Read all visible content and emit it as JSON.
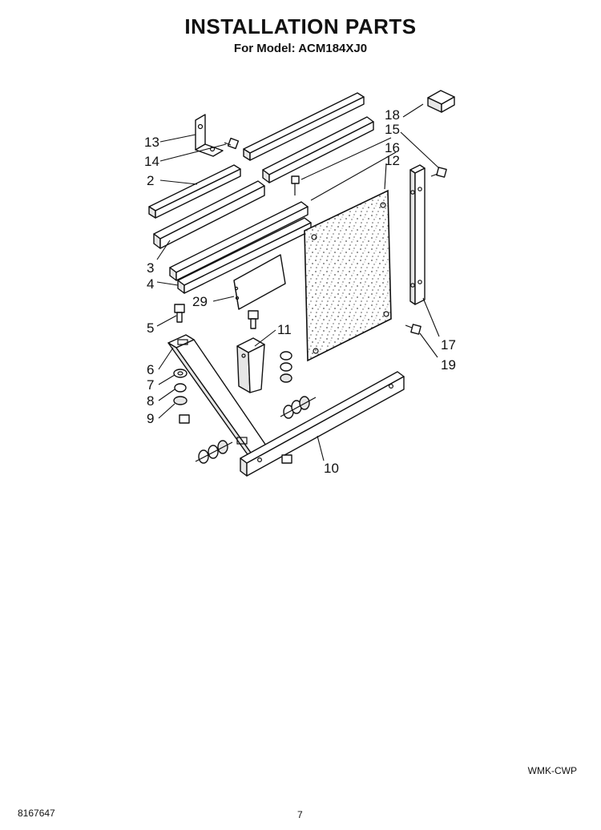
{
  "header": {
    "title": "INSTALLATION PARTS",
    "subtitle": "For Model: ACM184XJ0"
  },
  "callouts": {
    "c13": "13",
    "c14": "14",
    "c2": "2",
    "c3": "3",
    "c4": "4",
    "c29": "29",
    "c5": "5",
    "c6": "6",
    "c7": "7",
    "c8": "8",
    "c9": "9",
    "c10": "10",
    "c11": "11",
    "c12": "12",
    "c15": "15",
    "c16": "16",
    "c17": "17",
    "c18": "18",
    "c19": "19"
  },
  "footer": {
    "code": "WMK-CWP",
    "doc_number": "8167647",
    "page": "7"
  }
}
